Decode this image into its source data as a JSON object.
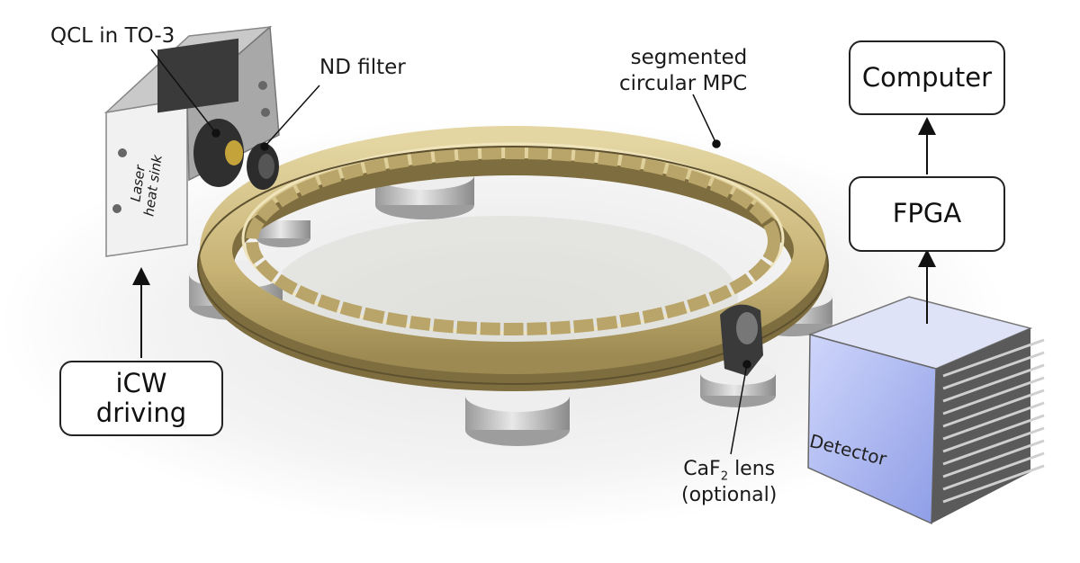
{
  "labels": {
    "qcl": "QCL in TO-3",
    "nd_filter": "ND filter",
    "mpc_line1": "segmented",
    "mpc_line2": "circular MPC",
    "heat_sink_line1": "Laser",
    "heat_sink_line2": "heat sink",
    "lens_prefix": "CaF",
    "lens_subscript": "2",
    "lens_suffix": " lens",
    "lens_line2": "(optional)",
    "detector": "Detector"
  },
  "boxes": {
    "computer": "Computer",
    "fpga": "FPGA",
    "icw_line1": "iCW",
    "icw_line2": "driving"
  },
  "colors": {
    "ring_gold": "#c9b57a",
    "ring_dark": "#8c7a47",
    "detector_blue": "#aab8f0",
    "box_border": "#222222"
  }
}
